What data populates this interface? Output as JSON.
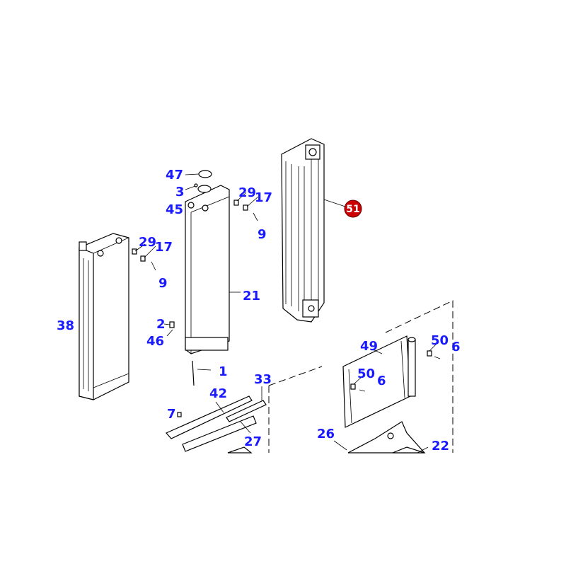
{
  "callouts": {
    "c47": "47",
    "c3": "3",
    "c45": "45",
    "c29a": "29",
    "c17a": "17",
    "c9a": "9",
    "c29b": "29",
    "c17b": "17",
    "c9b": "9",
    "c21": "21",
    "c38": "38",
    "c2": "2",
    "c46": "46",
    "c1": "1",
    "c42": "42",
    "c33": "33",
    "c7": "7",
    "c27": "27",
    "c49": "49",
    "c50a": "50",
    "c6a": "6",
    "c50b": "50",
    "c6b": "6",
    "c26": "26",
    "c22": "22"
  },
  "highlight": {
    "label": "51",
    "color": "#cc0000"
  },
  "colors": {
    "callout": "#1a1aff",
    "lines": "#000000"
  }
}
